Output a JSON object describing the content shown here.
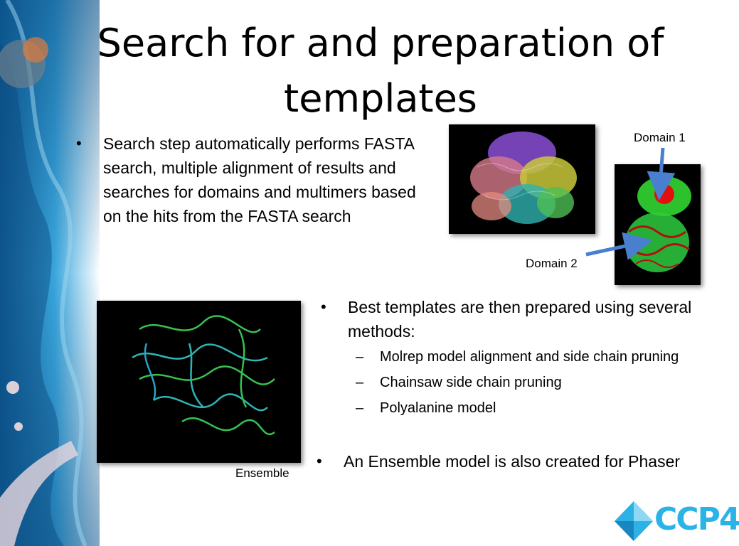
{
  "slide": {
    "title": "Search for and preparation of templates",
    "bullet_symbol": "•",
    "dash_symbol": "–",
    "bullet_1": "Search step automatically performs FASTA search, multiple alignment of results and searches for domains and multimers based on the hits from the FASTA search",
    "bullet_2": "Best templates are then prepared using several methods:",
    "sub_bullets": [
      "Molrep model alignment and side chain pruning",
      "Chainsaw side chain pruning",
      "Polyalanine model"
    ],
    "bullet_3": "An Ensemble model is also created for Phaser",
    "captions": {
      "domain_1": "Domain 1",
      "domain_2": "Domain 2",
      "ensemble": "Ensemble"
    },
    "logo_text": "CCP4",
    "colors": {
      "arrow": "#4a7fd0",
      "logo": "#2bb3e8",
      "strip": "#1c86c6"
    },
    "icons": {
      "logo_mark": "diamond-icon"
    }
  }
}
